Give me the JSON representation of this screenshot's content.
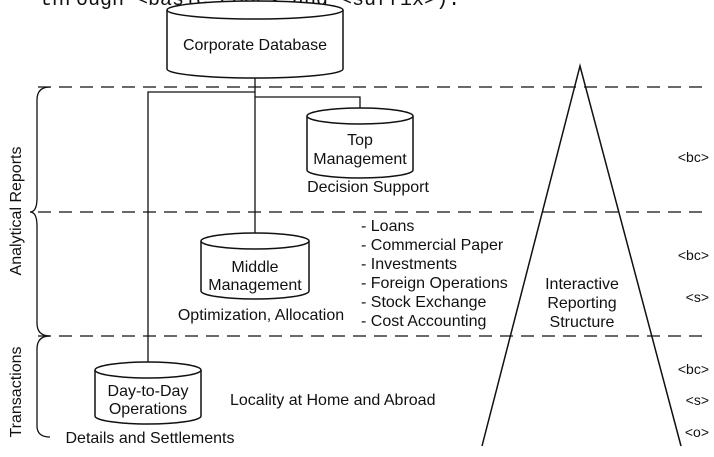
{
  "top_caption": {
    "prefix": "through",
    "code1": "<basic code>",
    "middle": "and",
    "code2": "<suffix>).",
    "full": "through <basic code> and <suffix>)."
  },
  "database": {
    "label": "Corporate Database"
  },
  "top_management": {
    "line1": "Top",
    "line2": "Management",
    "caption": "Decision Support"
  },
  "middle_management": {
    "line1": "Middle",
    "line2": "Management",
    "caption": "Optimization, Allocation"
  },
  "operations": {
    "line1": "Day-to-Day",
    "line2": "Operations",
    "caption": "Details and Settlements"
  },
  "locality": {
    "label": "Locality at Home and Abroad"
  },
  "activities": [
    "- Loans",
    "- Commercial Paper",
    "- Investments",
    "- Foreign Operations",
    "- Stock Exchange",
    "- Cost Accounting"
  ],
  "pyramid": {
    "line1": "Interactive",
    "line2": "Reporting",
    "line3": "Structure"
  },
  "side_labels": {
    "analytical": "Analytical Reports",
    "transactions": "Transactions"
  },
  "tags": {
    "top_bc": "<bc>",
    "mid_bc": "<bc>",
    "mid_s": "<s>",
    "bot_bc": "<bc>",
    "bot_s": "<s>",
    "bot_o": "<o>"
  },
  "colors": {
    "ink": "#111111",
    "background": "#ffffff"
  }
}
